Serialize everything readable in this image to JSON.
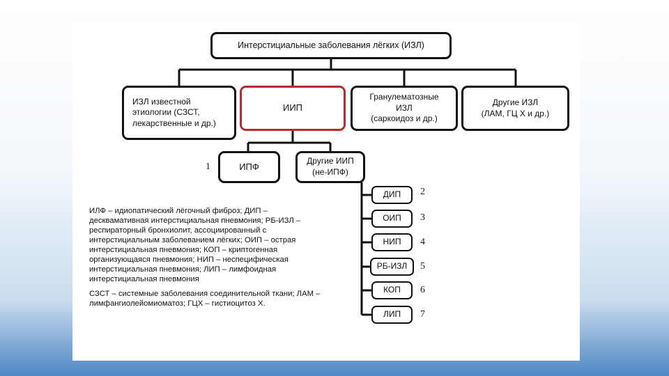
{
  "diagram": {
    "root": "Интерстициальные заболевания лёгких (ИЗЛ)",
    "level1": [
      "ИЗЛ известной\nэтиологии (СЗСТ,\nлекарственные и др.)",
      "ИИП",
      "Гранулематозные\nИЗЛ\n(саркоидоз и др.)",
      "Другие ИЗЛ\n(ЛАМ, ГЦ Х и др.)"
    ],
    "level2": [
      "ИПФ",
      "Другие ИИП\n(не-ИПФ)"
    ],
    "level3": [
      "ДИП",
      "ОИП",
      "НИП",
      "РБ-ИЗЛ",
      "КОП",
      "ЛИП"
    ],
    "numbers": [
      "1",
      "2",
      "3",
      "4",
      "5",
      "6",
      "7"
    ],
    "legend": [
      "ИЛФ – идиопатический лёгочный фиброз; ДИП – десквамативная интерстициальная пневмония; РБ-ИЗЛ – респираторный бронхиолит, ассоциированный с интерстициальным заболеванием лёгких; ОИП – острая интерстициальная пневмония; КОП – криптогенная организующаяся пневмония; НИП – неспецифическая интерстициальная пневмония; ЛИП – лимфоидная интерстициальная пневмония",
      "СЗСТ – системные заболевания соединительной ткани; ЛАМ – лимфангиолейомиоматоз; ГЦХ – гистиоцитоз Х."
    ]
  },
  "colors": {
    "highlight_border": "#b52a2a",
    "line": "#111111",
    "background_accent": "#4e86c4"
  }
}
